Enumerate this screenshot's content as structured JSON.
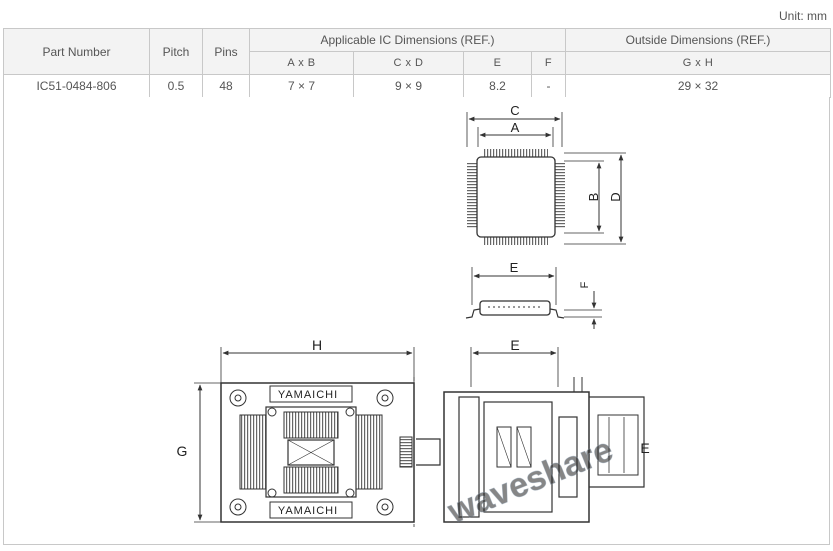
{
  "unit_label": "Unit: mm",
  "table": {
    "headers": {
      "part_number": "Part Number",
      "pitch": "Pitch",
      "pins": "Pins",
      "applicable_ic": "Applicable IC Dimensions (REF.)",
      "outside": "Outside Dimensions (REF.)",
      "axb": "A x B",
      "cxd": "C x D",
      "e": "E",
      "f": "F",
      "gxh": "G x H"
    },
    "rows": [
      {
        "part_number": "IC51-0484-806",
        "pitch": "0.5",
        "pins": "48",
        "axb": "7 × 7",
        "cxd": "9 × 9",
        "e": "8.2",
        "f": "-",
        "gxh": "29 × 32"
      }
    ]
  },
  "drawing": {
    "labels": {
      "a": "A",
      "b": "B",
      "c": "C",
      "d": "D",
      "e": "E",
      "f": "F",
      "g": "G",
      "h": "H"
    },
    "brand_top": "YAMAICHI",
    "brand_bottom": "YAMAICHI",
    "watermark": "waveshare"
  }
}
